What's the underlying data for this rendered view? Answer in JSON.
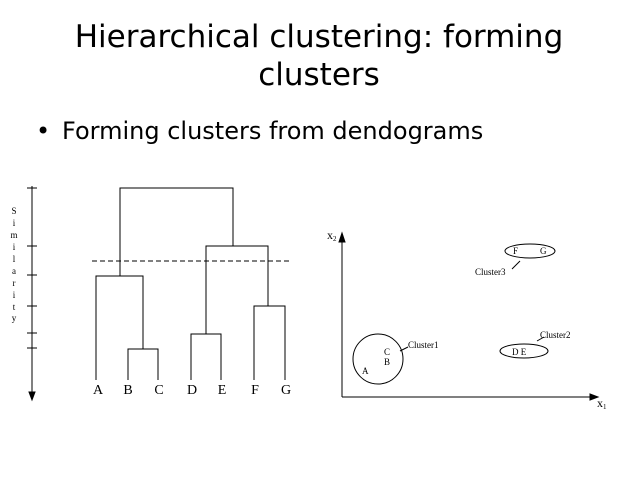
{
  "slide": {
    "title_line1": "Hierarchical clustering: forming",
    "title_line2": "clusters",
    "bullet_symbol": "•",
    "bullet_text": "Forming clusters from dendograms"
  },
  "dendrogram": {
    "axis_label_letters": [
      "S",
      "i",
      "m",
      "i",
      "l",
      "a",
      "r",
      "i",
      "t",
      "y"
    ],
    "leaf_labels": [
      "A",
      "B",
      "C",
      "D",
      "E",
      "F",
      "G"
    ]
  },
  "scatter": {
    "y_axis_label": "x",
    "y_axis_sub": "2",
    "x_axis_label": "x",
    "x_axis_sub": "1",
    "clusters": [
      {
        "name": "Cluster1",
        "members": [
          "A",
          "B",
          "C"
        ]
      },
      {
        "name": "Cluster2",
        "members": [
          "D E"
        ]
      },
      {
        "name": "Cluster3",
        "members": [
          "F",
          "G"
        ]
      }
    ]
  }
}
